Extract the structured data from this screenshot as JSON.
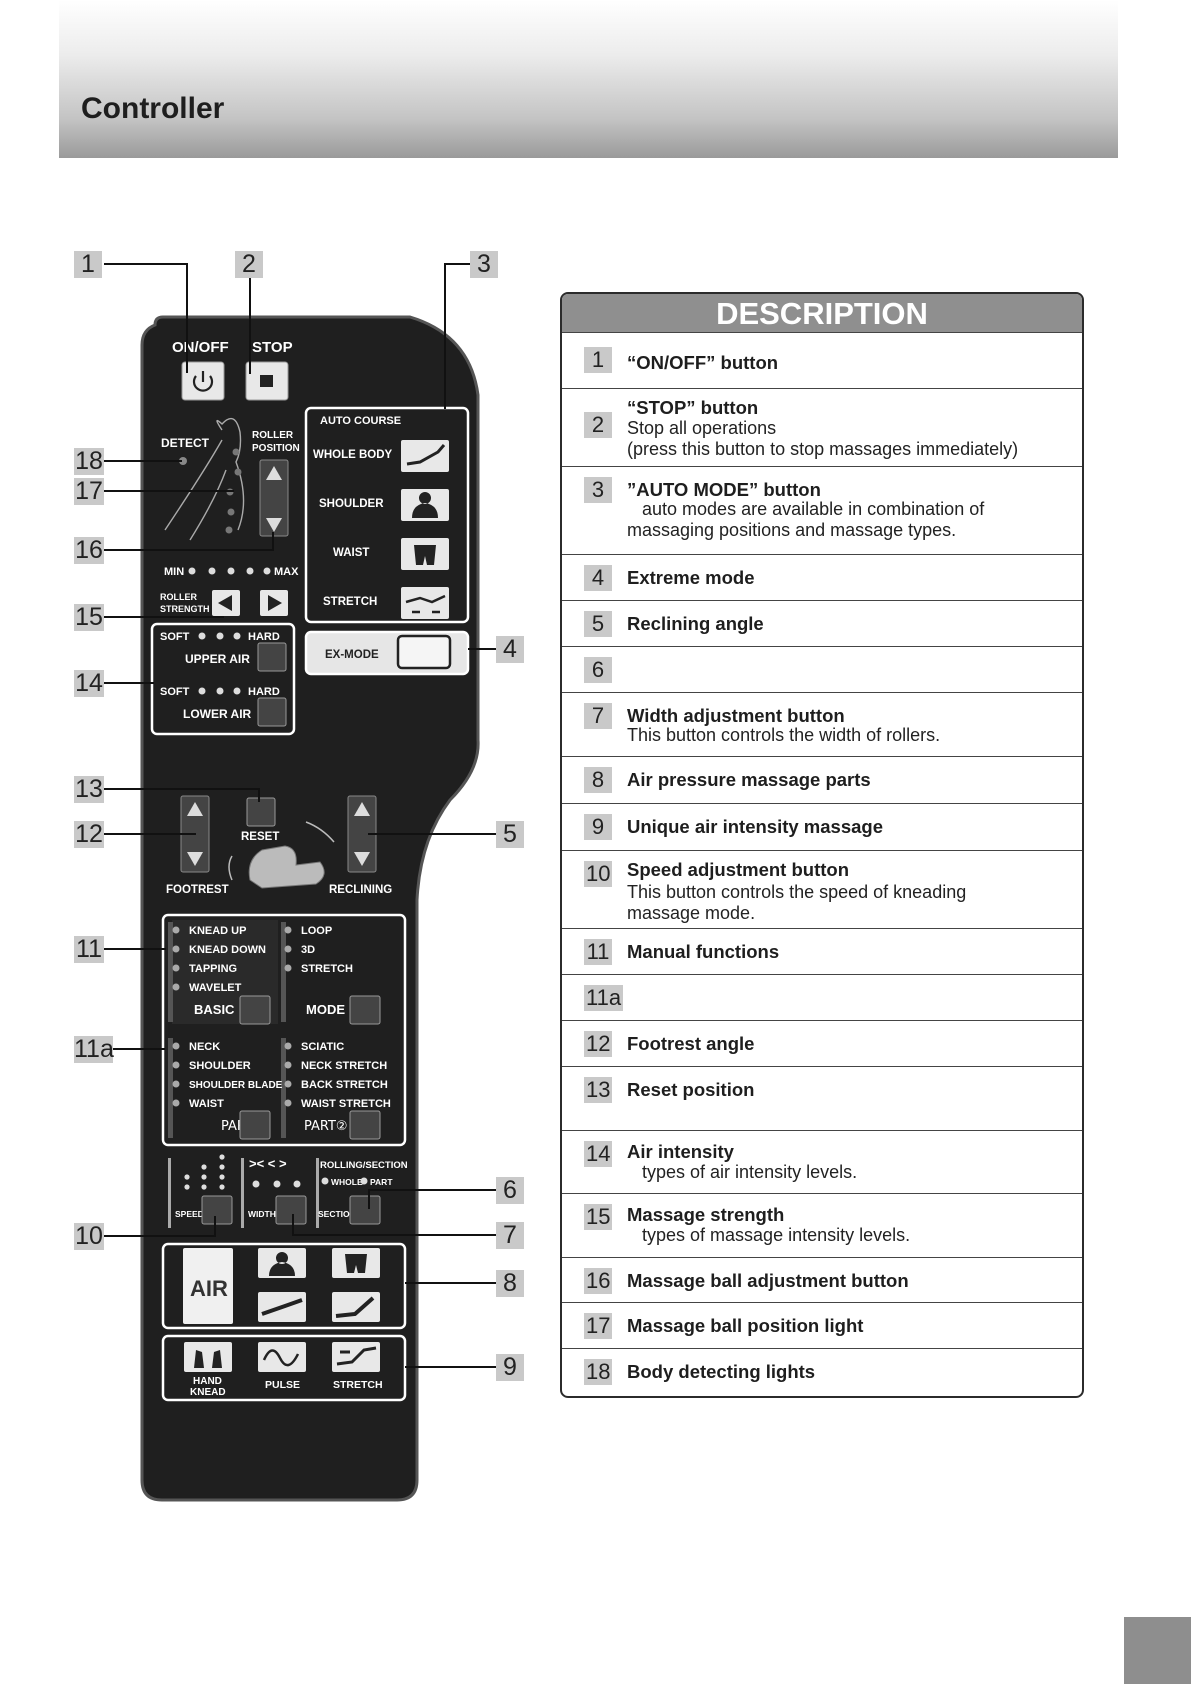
{
  "header": {
    "title": "Controller"
  },
  "description": {
    "heading": "DESCRIPTION",
    "rows": [
      {
        "num": "1",
        "title": "“ON/OFF” button",
        "text": ""
      },
      {
        "num": "2",
        "title": "“STOP” button",
        "text": "Stop all operations\n(press this button to stop massages immediately)"
      },
      {
        "num": "3",
        "title": "”AUTO MODE” button",
        "text": "   auto modes are available in combination of\nmassaging positions and massage types."
      },
      {
        "num": "4",
        "title": "Extreme  mode",
        "text": ""
      },
      {
        "num": "5",
        "title": "Reclining angle",
        "text": ""
      },
      {
        "num": "6",
        "title": "",
        "text": ""
      },
      {
        "num": "7",
        "title": "Width adjustment button",
        "text": "This button controls the width of rollers."
      },
      {
        "num": "8",
        "title": "Air pressure massage parts",
        "text": ""
      },
      {
        "num": "9",
        "title": "Unique air intensity massage",
        "text": ""
      },
      {
        "num": "10",
        "title": "Speed adjustment button",
        "text": "This button controls the speed of kneading\nmassage mode."
      },
      {
        "num": "11",
        "title": "Manual functions",
        "text": ""
      },
      {
        "num": "11a",
        "title": "",
        "text": ""
      },
      {
        "num": "12",
        "title": "Footrest angle",
        "text": ""
      },
      {
        "num": "13",
        "title": "Reset position",
        "text": ""
      },
      {
        "num": "14",
        "title": "Air intensity",
        "text": "   types of air intensity levels."
      },
      {
        "num": "15",
        "title": "Massage strength",
        "text": "   types of massage intensity levels."
      },
      {
        "num": "16",
        "title": "Massage ball  adjustment button",
        "text": ""
      },
      {
        "num": "17",
        "title": "Massage ball position light",
        "text": ""
      },
      {
        "num": "18",
        "title": "Body detecting lights",
        "text": ""
      }
    ]
  },
  "callouts": [
    "1",
    "2",
    "3",
    "4",
    "5",
    "6",
    "7",
    "8",
    "9",
    "10",
    "11",
    "11a",
    "12",
    "13",
    "14",
    "15",
    "16",
    "17",
    "18"
  ],
  "remote": {
    "on_off": "ON/OFF",
    "stop": "STOP",
    "detect": "DETECT",
    "roller_position": [
      "ROLLER",
      "POSITION"
    ],
    "min": "MIN",
    "max": "MAX",
    "roller_strength": [
      "ROLLER",
      "STRENGTH"
    ],
    "soft": "SOFT",
    "hard": "HARD",
    "upper_air": "UPPER AIR",
    "lower_air": "LOWER AIR",
    "auto_course": "AUTO COURSE",
    "whole_body": "WHOLE BODY",
    "shoulder": "SHOULDER",
    "waist": "WAIST",
    "stretch": "STRETCH",
    "ex_mode": "EX-MODE",
    "reset": "RESET",
    "footrest": "FOOTREST",
    "reclining": "RECLINING",
    "basic_list": [
      "KNEAD UP",
      "KNEAD DOWN",
      "TAPPING",
      "WAVELET"
    ],
    "basic": "BASIC",
    "mode_list": [
      "LOOP",
      "3D",
      "STRETCH"
    ],
    "mode": "MODE",
    "part1_list": [
      "NECK",
      "SHOULDER",
      "SHOULDER BLADE",
      "WAIST"
    ],
    "part1": "PART①",
    "part2_list": [
      "SCIATIC",
      "NECK STRETCH",
      "BACK STRETCH",
      "WAIST STRETCH"
    ],
    "part2": "PART②",
    "width_symbols": "><  < >",
    "rolling_section": "ROLLING/SECTION",
    "whole": "WHOLE",
    "part": "PART",
    "speed": "SPEED",
    "width": "WIDTH",
    "section": "SECTION",
    "air": "AIR",
    "hand_knead": [
      "HAND",
      "KNEAD"
    ],
    "pulse": "PULSE",
    "stretch_btn": "STRETCH"
  }
}
